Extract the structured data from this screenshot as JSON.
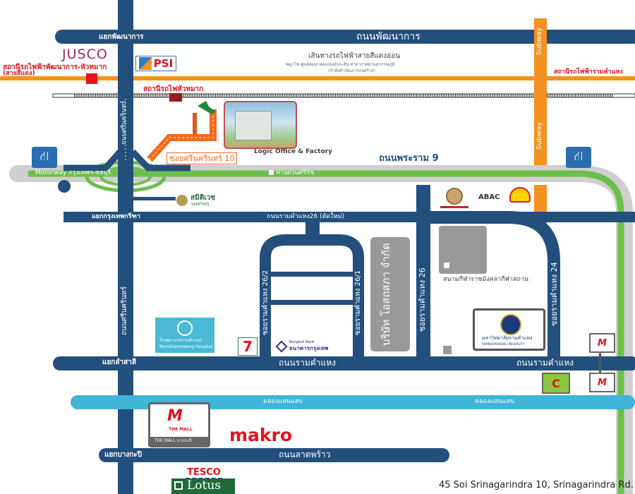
{
  "roads": {
    "top_intersection": "แยกพัฒนาการ",
    "top_road": "ถนนพัฒนาการ",
    "srinakarin_road_upper": "ถนนศรีนครินทร์",
    "srinakarin_road_lower": "ถนนศรีนครินทร์",
    "rama9": "ถนนพระราม 9",
    "motorway": "Motorway กรุงเทพฯ-ชลบุรี",
    "expressway": "■ ทางด่วนศรีรัช",
    "krungthep_kreetha_intersection": "แยกกรุงเทพกรีฑา",
    "ramkhamhaeng26_new": "ถนนรามคำแหง26 (ตัดใหม่)",
    "soi_26_2": "ซอยรามคำแหง 26/2",
    "soi_26_1": "ซอยรามคำแหง 26/1",
    "soi_26": "ซอยรามคำแหง 26",
    "soi_24": "ซอยรามคำแหง 24",
    "lamsali_intersection": "แยกลำสาลี",
    "ramkhamhaeng_left": "ถนนรามคำแหง",
    "ramkhamhaeng_right": "ถนนรามคำแหง",
    "canal_left": "คลองแสนแสบ",
    "canal_right": "คลองแสนแสบ",
    "bangkapi_intersection": "แยกบางกะปิ",
    "ladprao_road": "ถนนลาดพร้าว",
    "soi_srinakarin10": "ซอยศรีนครินทร์ 10",
    "subway_top": "Subway",
    "subway_bottom": "Subway"
  },
  "stations": {
    "pattanakarn_station": "สถานีรถไฟฟ้าพัฒนาการ-หัวหมาก",
    "pattanakarn_line": "(สายสีแดง)",
    "huamak_station": "สถานีรถไฟหัวหมาก",
    "ramkhamhaeng_station": "สถานีรถไฟฟ้ารามคำแหง",
    "redline_title": "เส้นทางรถไฟฟ้าสายสีแดงอ่อน",
    "redline_sub1": "พญาไท-ศูนย์คมนาคมแห่งมักกะสัน-ท่าอากาศยานสุวรรณภูมิ",
    "redline_sub2": "(กำลังดำเนินการก่อสร้าง)"
  },
  "landmarks": {
    "jusco": "JUSCO",
    "psi": "PSI",
    "logic_office": "Logic Office & Factory",
    "samitivej_th": "สมิติเวช",
    "samitivej_en": "SAMITIVEJ",
    "abac": "ABAC",
    "company": "บริษัท โอสถสภา จำกัด",
    "stadium": "สนามกีฬาราชมังคลากีฬาสถาน",
    "university_th": "มหาวิทยาลัยรามคำแหง",
    "university_en": "RAMKHAMHAENG UNIVERSITY",
    "hospital_th": "โรงพยาบาลรามคำแหง",
    "hospital_en": "Ramkhamhaeng Hospital",
    "seven_eleven": "7",
    "bangkok_bank_en": "Bangkok Bank",
    "bangkok_bank_th": "ธนาคารกรุงเทพ",
    "the_mall": "THE MALL",
    "the_mall_bangkapi": "THE MALL บางกะปิ",
    "makro": "makro",
    "tesco": "TESCO",
    "lotus": "Lotus",
    "big_c": "C"
  },
  "address": "45 Soi Srinagarindra 10, Srinagarindra Rd.",
  "colors": {
    "road": "#234f7d",
    "subway": "#f39220",
    "motorway_grey": "#c8c8c8",
    "expressway_green": "#6cc04a",
    "canal": "#40b5d8",
    "soi_orange": "#f26a21"
  }
}
